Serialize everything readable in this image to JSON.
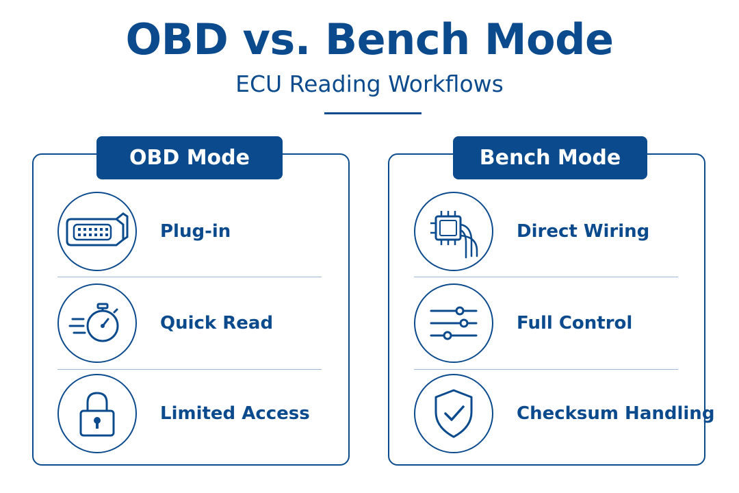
{
  "header": {
    "title": "OBD vs. Bench Mode",
    "subtitle": "ECU Reading Workflows"
  },
  "panels": [
    {
      "badge": "OBD Mode",
      "items": [
        {
          "label": "Plug-in",
          "icon": "obd-connector-icon"
        },
        {
          "label": "Quick Read",
          "icon": "stopwatch-icon"
        },
        {
          "label": "Limited Access",
          "icon": "padlock-icon"
        }
      ]
    },
    {
      "badge": "Bench Mode",
      "items": [
        {
          "label": "Direct Wiring",
          "icon": "chip-wiring-icon"
        },
        {
          "label": "Full Control",
          "icon": "sliders-icon"
        },
        {
          "label": "Checksum Handling",
          "icon": "shield-check-icon"
        }
      ]
    }
  ],
  "colors": {
    "primary": "#0b4a8c",
    "divider": "#9db7d6",
    "background": "#ffffff"
  }
}
